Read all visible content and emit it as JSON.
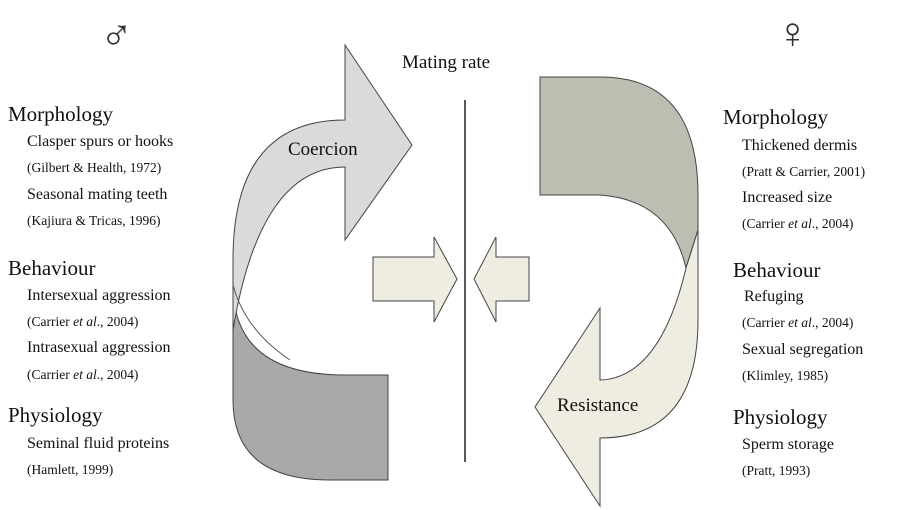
{
  "male_symbol": "♂",
  "female_symbol": "♀",
  "center_title": "Mating rate",
  "arrows": {
    "left_label": "Coercion",
    "right_label": "Resistance"
  },
  "colors": {
    "coercion_light": "#dadada",
    "coercion_dark": "#a9a9a9",
    "resistance_dark": "#bdbdb2",
    "resistance_light": "#efede2",
    "center_arrow_fill": "#efede2",
    "outline": "#333333"
  },
  "left": {
    "morphology": {
      "heading": "Morphology",
      "item1": "Clasper spurs or hooks",
      "cite1": "(Gilbert & Health, 1972)",
      "item2": "Seasonal mating teeth",
      "cite2": "(Kajiura & Tricas, 1996)"
    },
    "behaviour": {
      "heading": "Behaviour",
      "item1": "Intersexual aggression",
      "cite1_pre": "(Carrier ",
      "cite1_em": "et al",
      "cite1_post": "., 2004)",
      "item2": "Intrasexual aggression",
      "cite2_pre": "(Carrier ",
      "cite2_em": "et al",
      "cite2_post": "., 2004)"
    },
    "physiology": {
      "heading": "Physiology",
      "item1": "Seminal fluid proteins",
      "cite1": "(Hamlett, 1999)"
    }
  },
  "right": {
    "morphology": {
      "heading": "Morphology",
      "item1": "Thickened dermis",
      "cite1": "(Pratt & Carrier, 2001)",
      "item2": "Increased size",
      "cite2_pre": "(Carrier ",
      "cite2_em": "et al",
      "cite2_post": "., 2004)"
    },
    "behaviour": {
      "heading": "Behaviour",
      "item1": "Refuging",
      "cite1_pre": "(Carrier ",
      "cite1_em": "et al",
      "cite1_post": "., 2004)",
      "item2": "Sexual segregation",
      "cite2": "(Klimley, 1985)"
    },
    "physiology": {
      "heading": "Physiology",
      "item1": "Sperm storage",
      "cite1": "(Pratt, 1993)"
    }
  }
}
